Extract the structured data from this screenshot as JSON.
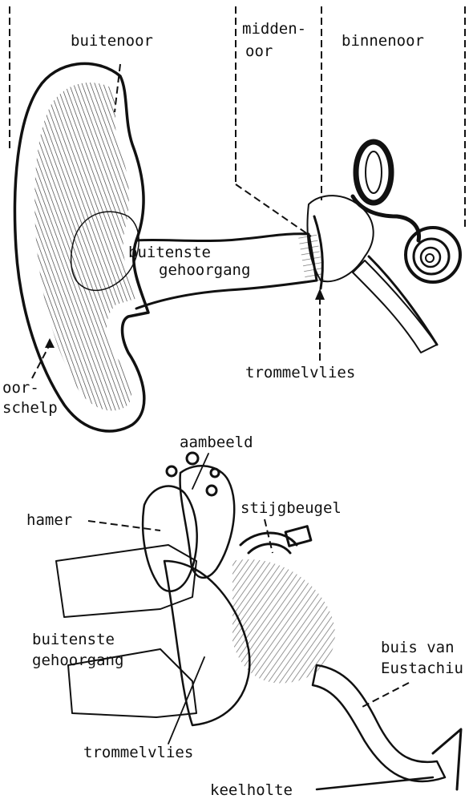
{
  "ear_diagram": {
    "sections": {
      "outer": "buitenoor",
      "middle_line1": "midden-",
      "middle_line2": "oor",
      "inner": "binnenoor"
    },
    "top_labels": {
      "canal_line1": "buitenste",
      "canal_line2": "gehoorgang",
      "auricle_line1": "oor-",
      "auricle_line2": "schelp",
      "eardrum": "trommelvlies"
    },
    "bottom_labels": {
      "incus": "aambeeld",
      "malleus": "hamer",
      "stapes": "stijgbeugel",
      "canal_line1": "buitenste",
      "canal_line2": "gehoorgang",
      "tube_line1": "buis van",
      "tube_line2": "Eustachiu",
      "eardrum": "trommelvlies",
      "pharynx": "keelholte"
    }
  }
}
